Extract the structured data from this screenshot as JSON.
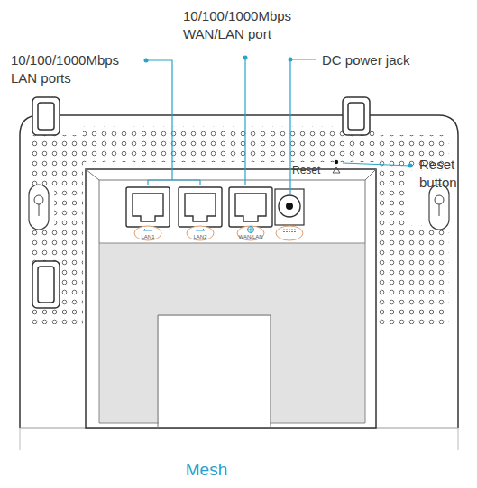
{
  "diagram": {
    "caption": "Mesh",
    "labels": [
      "10/100/1000Mbps LAN ports",
      "10/100/1000Mbps WAN/LAN port",
      "DC power jack",
      "Reset button",
      "Reset",
      "LAN1",
      "LAN2",
      "WAN/LAN"
    ]
  }
}
